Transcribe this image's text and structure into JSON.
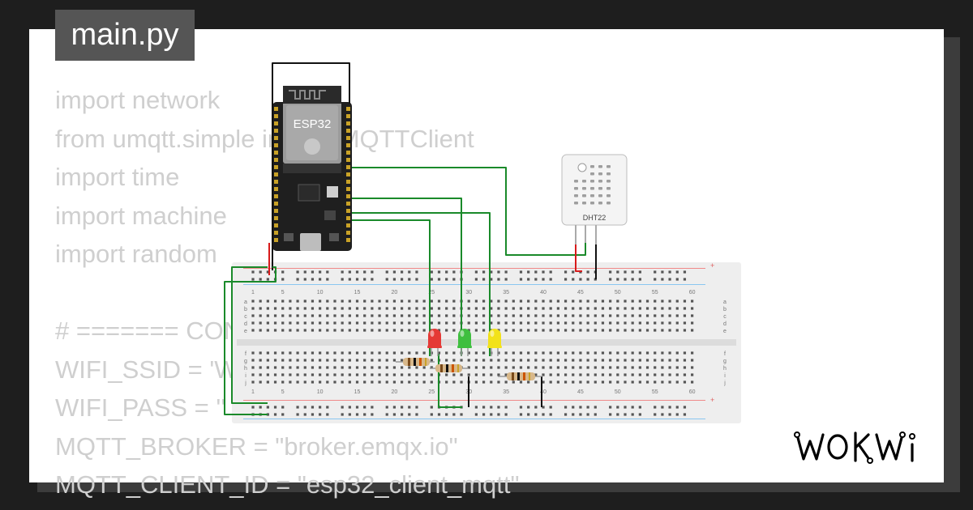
{
  "file_tab": {
    "label": "main.py"
  },
  "code": {
    "lines": [
      "import network",
      "from umqtt.simple import MQTTClient",
      "import time",
      "import machine",
      "import random",
      "",
      "# ======= CONFIG =======",
      "WIFI_SSID = 'Wokwi-GUEST'",
      "WIFI_PASS = ''",
      "MQTT_BROKER = \"broker.emqx.io\"",
      "MQTT_CLIENT_ID = \"esp32_client_mqtt\""
    ]
  },
  "circuit": {
    "esp32_label": "ESP32",
    "sensor_label": "DHT22",
    "breadboard_numbers": [
      "1",
      "5",
      "10",
      "15",
      "20",
      "25",
      "30",
      "35",
      "40",
      "45",
      "50",
      "55",
      "60"
    ],
    "breadboard_rows_top": [
      "a",
      "b",
      "c",
      "d",
      "e"
    ],
    "breadboard_rows_bottom": [
      "f",
      "g",
      "h",
      "i",
      "j"
    ],
    "rail_plus": "+",
    "rail_minus": "-",
    "leds": [
      {
        "name": "red-led",
        "color": "#e53935"
      },
      {
        "name": "green-led",
        "color": "#3fbf3f"
      },
      {
        "name": "yellow-led",
        "color": "#f2e21a"
      }
    ],
    "colors": {
      "pcb": "#1f1f1f",
      "wire_signal": "#1a8a2a",
      "wire_power": "#d81b1b",
      "wire_ground": "#111111",
      "breadboard": "#eeeeee"
    }
  },
  "brand": {
    "logo_text": "WOKWi"
  }
}
